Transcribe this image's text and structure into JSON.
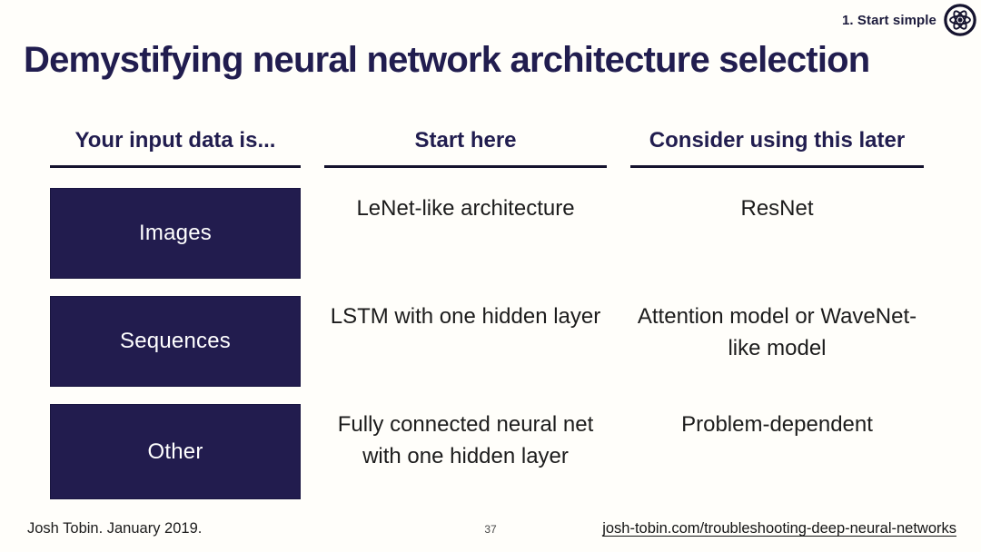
{
  "corner": {
    "label": "1. Start simple",
    "icon": "atom-icon"
  },
  "title": "Demystifying neural network architecture selection",
  "table": {
    "headers": {
      "input": "Your input data is...",
      "start": "Start here",
      "later": "Consider using this later"
    },
    "rows": [
      {
        "input": "Images",
        "start": "LeNet-like architecture",
        "later": "ResNet"
      },
      {
        "input": "Sequences",
        "start": "LSTM with one hidden layer",
        "later": "Attention model or WaveNet-like model"
      },
      {
        "input": "Other",
        "start": "Fully connected neural net with one hidden layer",
        "later": "Problem-dependent"
      }
    ]
  },
  "footer": {
    "credit": "Josh Tobin. January 2019.",
    "page_number": "37",
    "link": "josh-tobin.com/troubleshooting-deep-neural-networks"
  },
  "colors": {
    "navy_box": "#221c4e",
    "title_text": "#211d4f",
    "body_text": "#1c1c1c",
    "background": "#fffefa"
  }
}
